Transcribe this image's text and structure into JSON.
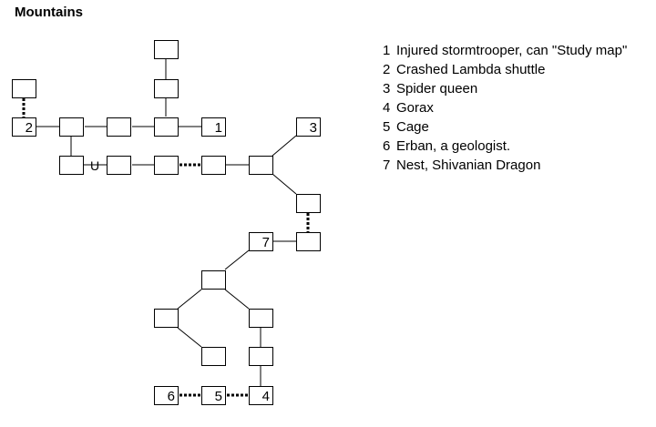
{
  "title": "Mountains",
  "room_labels": {
    "room-1": "1",
    "room-2": "2",
    "room-3": "3",
    "room-4": "4",
    "room-5": "5",
    "room-6": "6",
    "room-7": "7"
  },
  "passage_marks": {
    "u": "U"
  },
  "legend": [
    {
      "number": "1",
      "text": "Injured stormtrooper, can \"Study map\""
    },
    {
      "number": "2",
      "text": "Crashed Lambda shuttle"
    },
    {
      "number": "3",
      "text": "Spider queen"
    },
    {
      "number": "4",
      "text": "Gorax"
    },
    {
      "number": "5",
      "text": "Cage"
    },
    {
      "number": "6",
      "text": "Erban, a geologist."
    },
    {
      "number": "7",
      "text": "Nest, Shivanian Dragon"
    }
  ]
}
